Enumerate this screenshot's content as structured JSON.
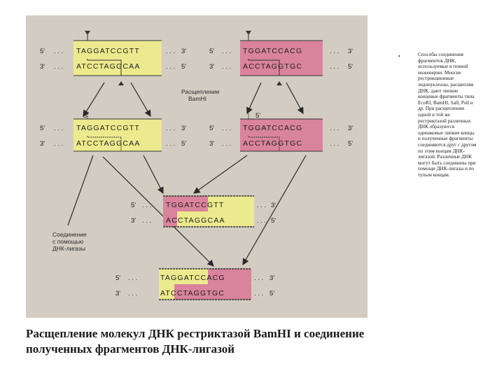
{
  "caption": "Расщепление молекул ДНК рестриктазой BamHI и соединение полученных фрагментов ДНК-лигазой",
  "side_bullet": "•",
  "side_text": "Способы соединения фрагментов ДНК, используемые в генной инженерии: Многие рестрикционные эндонуклеазы, расщепляя ДНК, дают липкие концевые фрагменты типа EcoRI, BamHI, SalI, PstI и др. При расщеплении одной и той же рестриктазой различных ДНК образуются одинаковые липкие концы и полученные фрагменты соединяются друг с другом по этим концам ДНК-лигазой. Различные ДНК могут быть соединены при помощи ДНК-лигазы и по тупым концам.",
  "colors": {
    "yellow": "#ecea8e",
    "pink": "#d9839c",
    "background": "#d2ccc2"
  },
  "figure": {
    "label_cleavage": [
      "Расщепление",
      "BamHI"
    ],
    "label_ligation": [
      "Соединение",
      "с помощью",
      "ДНК-лигазы"
    ],
    "ends": {
      "five": "5'",
      "three": "3'",
      "dots": ". . ."
    },
    "dna1": {
      "top": "TAGGATCCGTT",
      "bottom": "ATCCTAGGCAA"
    },
    "dna2": {
      "top": "TGGATCCACG",
      "bottom": "ACCTAGGTGC"
    },
    "frag1": {
      "top": "TAGGATCCGTT",
      "bottom": "ATCCTAGGCAA"
    },
    "frag2": {
      "top": "TGGATCCACG",
      "bottom": "ACCTAGGTGC"
    },
    "hybrid1": {
      "top": "TGGATCCGTT",
      "bottom": "ACCTAGGCAA"
    },
    "hybrid2": {
      "top": "TAGGATCCACG",
      "bottom": "ATCCTAGGTGC"
    }
  }
}
